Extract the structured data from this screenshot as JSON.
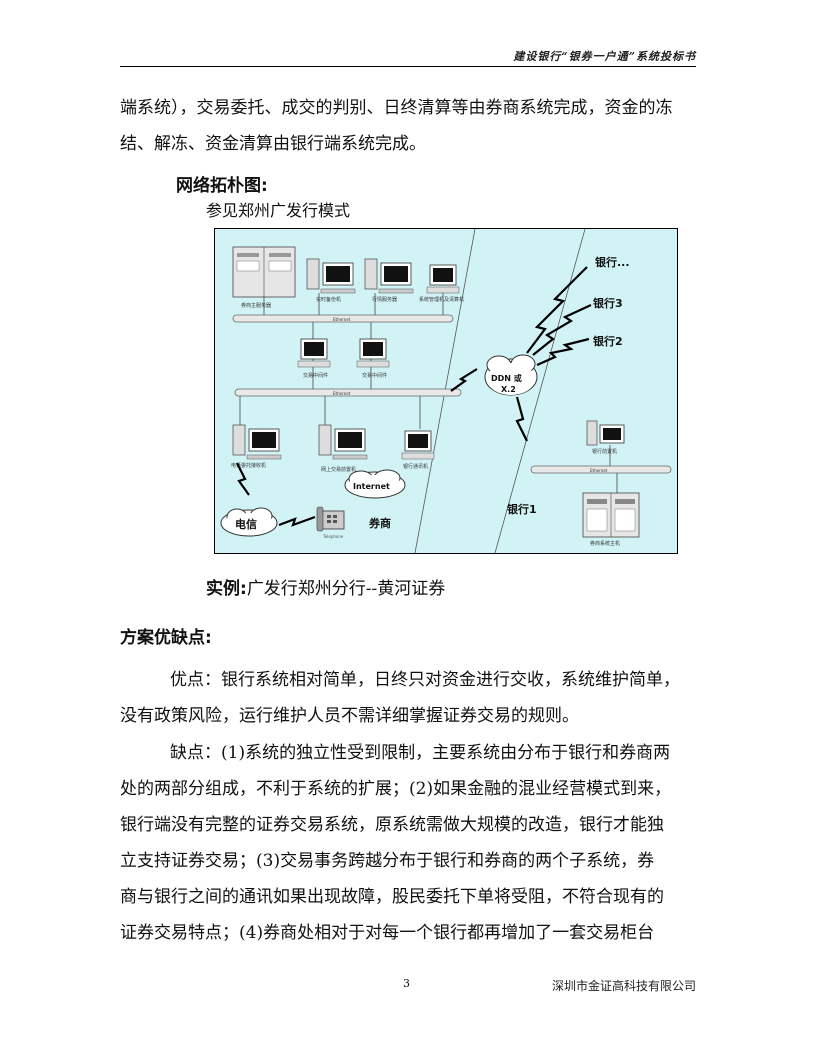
{
  "header": {
    "title": "建设银行“银券一户通”系统投标书"
  },
  "intro": {
    "line1": "端系统），交易委托、成交的判别、日终清算等由券商系统完成，资金的冻",
    "line2": "结、解冻、资金清算由银行端系统完成。"
  },
  "topology": {
    "heading": "网络拓朴图:",
    "subtitle": "参见郑州广发行模式"
  },
  "diagram": {
    "labels": {
      "main_server": "券商主服务器",
      "backup": "实时备份机",
      "quote_server": "行情服务器",
      "sys_admin": "系统管理机及清算机",
      "ethernet": "Ethernet",
      "trade_mid1": "交易中间件",
      "trade_mid2": "交易中间件",
      "phone_recv": "电话委托接收机",
      "web_trade": "网上交易前置机",
      "bank_comm": "银行通讯机",
      "internet": "Internet",
      "telecom": "电信",
      "telephone": "Telephone",
      "broker": "券商",
      "ddn": "DDN 或",
      "x2": "X.2",
      "bank_more": "银行...",
      "bank3": "银行3",
      "bank2": "银行2",
      "bank1": "银行1",
      "bank_front": "银行前置机",
      "broker_host": "券商系统主机"
    }
  },
  "example": {
    "label": "实例:",
    "text": "广发行郑州分行--黄河证券"
  },
  "pros_cons": {
    "heading": "方案优缺点:",
    "pros": [
      "优点：银行系统相对简单，日终只对资金进行交收，系统维护简单，",
      "没有政策风险，运行维护人员不需详细掌握证券交易的规则。"
    ],
    "cons": [
      "缺点：(1)系统的独立性受到限制，主要系统由分布于银行和券商两",
      "处的两部分组成，不利于系统的扩展；(2)如果金融的混业经营模式到来，",
      "银行端没有完整的证券交易系统，原系统需做大规模的改造，银行才能独",
      "立支持证券交易；(3)交易事务跨越分布于银行和券商的两个子系统，券",
      "商与银行之间的通讯如果出现故障，股民委托下单将受阻，不符合现有的",
      "证券交易特点；(4)券商处相对于对每一个银行都再增加了一套交易柜台"
    ]
  },
  "footer": {
    "page": "3",
    "company": "深圳市金证高科技有限公司"
  }
}
